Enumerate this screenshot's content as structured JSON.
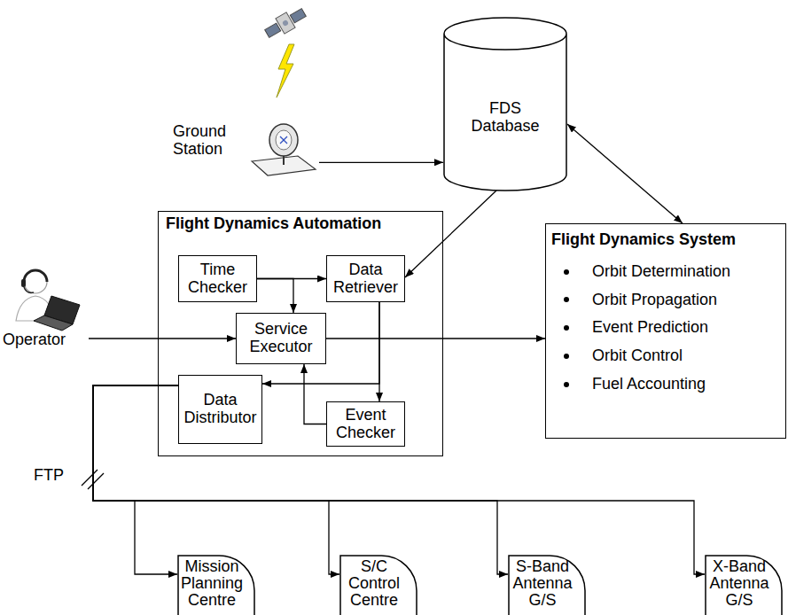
{
  "diagram": {
    "nodes": [
      {
        "text": [
          "FDS Database"
        ]
      },
      {
        "text": [
          "Ground Station"
        ]
      },
      {
        "text": [
          "Flight Dynamics Automation"
        ]
      },
      {
        "text": [
          "Time Checker"
        ],
        "in": 2
      },
      {
        "text": [
          "Data Retriever"
        ],
        "in": 2
      },
      {
        "text": [
          "Service Executor"
        ],
        "in": 2
      },
      {
        "text": [
          "Data Distributor"
        ],
        "in": 2
      },
      {
        "text": [
          "Event Checker"
        ],
        "in": 2
      },
      {
        "text": [
          "Operator"
        ]
      },
      {
        "text": [
          "Flight Dynamics System",
          "Orbit Determination",
          "Orbit Propagation",
          "Event Prediction",
          "Orbit Control",
          "Fuel Accounting"
        ]
      },
      {
        "text": [
          "Mission Planning Centre"
        ]
      },
      {
        "text": [
          "S/C Control Centre"
        ]
      },
      {
        "text": [
          "S-Band Antenna G/S"
        ]
      },
      {
        "text": [
          "X-Band Antenna G/S"
        ]
      }
    ],
    "edges": [
      {
        "from": 1,
        "to": 0,
        "arrow": "to"
      },
      {
        "from": 0,
        "to": 4,
        "arrow": "to"
      },
      {
        "from": 0,
        "to": 9,
        "arrow": "both"
      },
      {
        "from": 3,
        "to": 4,
        "arrow": "to"
      },
      {
        "from": 3,
        "to": 5,
        "arrow": "to"
      },
      {
        "from": 4,
        "to": 7,
        "arrow": "to"
      },
      {
        "from": 4,
        "to": 6,
        "arrow": "to"
      },
      {
        "from": 7,
        "to": 5,
        "arrow": "to"
      },
      {
        "from": 8,
        "to": 5,
        "arrow": "to"
      },
      {
        "from": 5,
        "to": 9,
        "arrow": "to"
      },
      {
        "from": 6,
        "to": 10,
        "arrow": "to"
      },
      {
        "from": 6,
        "to": 11,
        "arrow": "to"
      },
      {
        "from": 6,
        "to": 12,
        "arrow": "to"
      },
      {
        "from": 6,
        "to": 13,
        "arrow": "to"
      }
    ],
    "labels": [
      "FTP"
    ]
  }
}
